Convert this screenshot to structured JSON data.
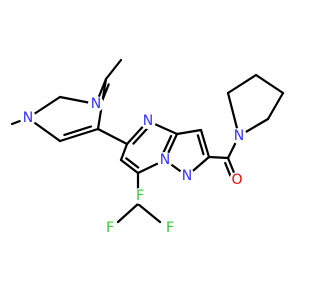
{
  "molecule": {
    "colors": {
      "bond": "#000000",
      "N": "#3333ff",
      "O": "#ff0000",
      "F": "#33cc33"
    },
    "atoms": [
      {
        "id": "pz1_N_methyl",
        "label": "N",
        "element": "N"
      },
      {
        "id": "pz1_N",
        "label": "N",
        "element": "N"
      },
      {
        "id": "pym_N4",
        "label": "N",
        "element": "N"
      },
      {
        "id": "pz2_N1",
        "label": "N",
        "element": "N"
      },
      {
        "id": "pz2_N2",
        "label": "N",
        "element": "N"
      },
      {
        "id": "amide_N",
        "label": "N",
        "element": "N"
      },
      {
        "id": "carbonyl_O",
        "label": "O",
        "element": "O"
      },
      {
        "id": "F_top",
        "label": "F",
        "element": "F"
      },
      {
        "id": "F_left",
        "label": "F",
        "element": "F"
      },
      {
        "id": "F_right",
        "label": "F",
        "element": "F"
      }
    ]
  }
}
